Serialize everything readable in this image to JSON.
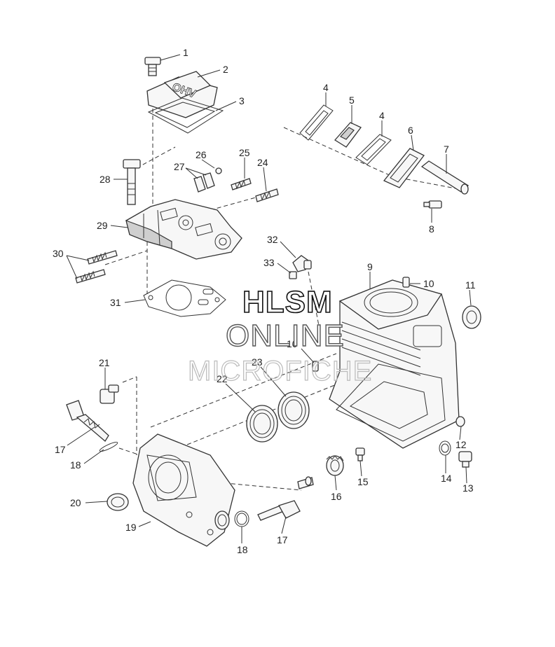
{
  "diagram": {
    "callouts": [
      {
        "id": "c1",
        "text": "1"
      },
      {
        "id": "c2",
        "text": "2"
      },
      {
        "id": "c3",
        "text": "3"
      },
      {
        "id": "c4a",
        "text": "4"
      },
      {
        "id": "c5",
        "text": "5"
      },
      {
        "id": "c4b",
        "text": "4"
      },
      {
        "id": "c6",
        "text": "6"
      },
      {
        "id": "c7",
        "text": "7"
      },
      {
        "id": "c8",
        "text": "8"
      },
      {
        "id": "c26",
        "text": "26"
      },
      {
        "id": "c25",
        "text": "25"
      },
      {
        "id": "c27",
        "text": "27"
      },
      {
        "id": "c24",
        "text": "24"
      },
      {
        "id": "c28",
        "text": "28"
      },
      {
        "id": "c29",
        "text": "29"
      },
      {
        "id": "c30",
        "text": "30"
      },
      {
        "id": "c31",
        "text": "31"
      },
      {
        "id": "c32",
        "text": "32"
      },
      {
        "id": "c33",
        "text": "33"
      },
      {
        "id": "c9",
        "text": "9"
      },
      {
        "id": "c10a",
        "text": "10"
      },
      {
        "id": "c11",
        "text": "11"
      },
      {
        "id": "c10b",
        "text": "10"
      },
      {
        "id": "c21",
        "text": "21"
      },
      {
        "id": "c23",
        "text": "23"
      },
      {
        "id": "c22",
        "text": "22"
      },
      {
        "id": "c12",
        "text": "12"
      },
      {
        "id": "c17a",
        "text": "17"
      },
      {
        "id": "c18a",
        "text": "18"
      },
      {
        "id": "c14",
        "text": "14"
      },
      {
        "id": "c13",
        "text": "13"
      },
      {
        "id": "c15",
        "text": "15"
      },
      {
        "id": "c16",
        "text": "16"
      },
      {
        "id": "c20",
        "text": "20"
      },
      {
        "id": "c19",
        "text": "19"
      },
      {
        "id": "c18b",
        "text": "18"
      },
      {
        "id": "c17b",
        "text": "17"
      }
    ],
    "cover_lettering": "OHV"
  },
  "watermark": {
    "line1": "HLSM",
    "line2": "ONLINE",
    "line3": "MICROFICHE"
  }
}
